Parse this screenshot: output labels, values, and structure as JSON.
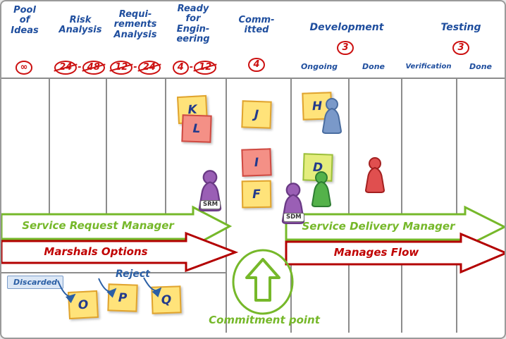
{
  "columns": {
    "pool": {
      "title": "Pool\nof\nIdeas"
    },
    "risk": {
      "title": "Risk\nAnalysis"
    },
    "requirements": {
      "title": "Requi-\nrements\nAnalysis"
    },
    "ready": {
      "title": "Ready\nfor\nEngin-\neering"
    },
    "committed": {
      "title": "Comm-\nitted"
    },
    "development": {
      "title": "Development",
      "sub1": "Ongoing",
      "sub2": "Done"
    },
    "testing": {
      "title": "Testing",
      "sub1": "Verification",
      "sub2": "Done"
    }
  },
  "wip_limits": {
    "pool": "∞",
    "risk_old": "24",
    "risk_new": "48",
    "requirements_old": "12",
    "requirements_new": "24",
    "ready_old": "4",
    "ready_new": "12",
    "committed": "4",
    "development": "3",
    "testing": "3",
    "separator": "-"
  },
  "cards": {
    "k": "K",
    "l": "L",
    "j": "J",
    "i": "I",
    "f": "F",
    "h": "H",
    "d": "D",
    "o": "O",
    "p": "P",
    "q": "Q"
  },
  "pawns": {
    "srm_label": "SRM",
    "sdm_label": "SDM"
  },
  "banners": {
    "service_request_manager": "Service Request Manager",
    "marshals_options": "Marshals Options",
    "service_delivery_manager": "Service Delivery Manager",
    "manages_flow": "Manages Flow"
  },
  "annotations": {
    "discarded": "Discarded",
    "reject": "Reject",
    "commitment_point": "Commitment point"
  },
  "colors": {
    "header_blue": "#1f4e9e",
    "wip_red": "#cc1111",
    "green": "#76b82a",
    "red": "#c00000",
    "note_yellow": "#ffe37a",
    "note_red": "#f49086",
    "note_green": "#e4ed7d",
    "pawn_blue": "#7a99c9",
    "pawn_green": "#54b24a",
    "pawn_red": "#e04f4f",
    "pawn_purple": "#9a5fb5"
  }
}
